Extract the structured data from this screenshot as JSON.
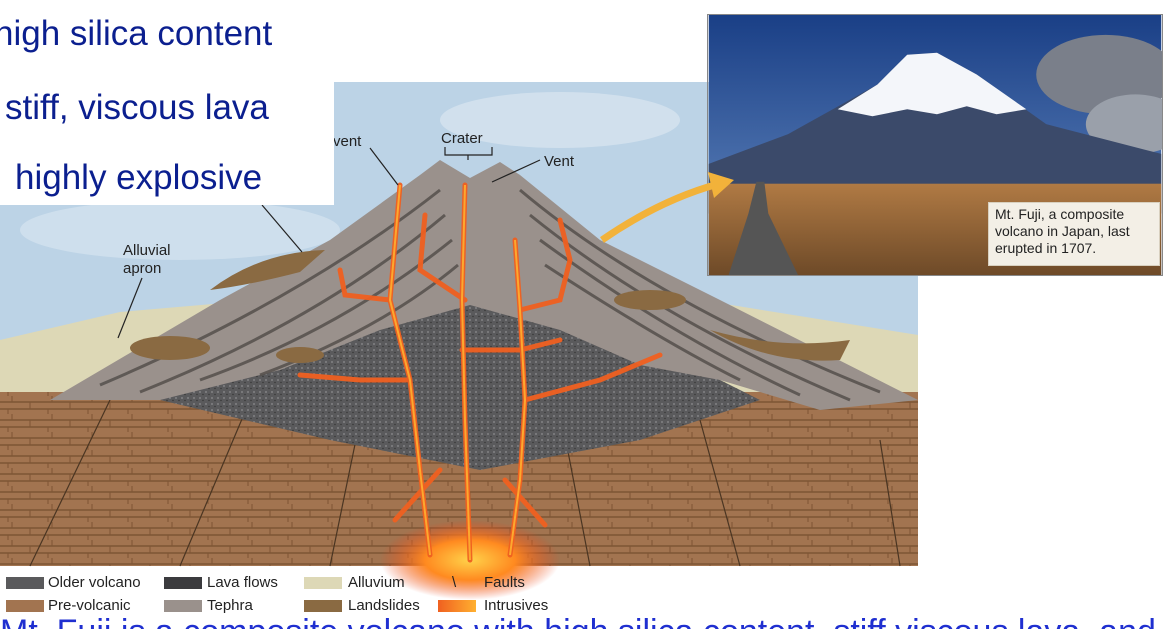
{
  "bullets": {
    "line1": "high silica content",
    "line2": "stiff, viscous lava",
    "line3": "highly explosive"
  },
  "labels": {
    "vent_left": "vent",
    "crater": "Crater",
    "vent_right": "Vent",
    "alluvial_line1": "Alluvial",
    "alluvial_line2": "apron"
  },
  "photo": {
    "caption_line1": "Mt. Fuji, a composite",
    "caption_line2": "volcano in Japan, last",
    "caption_line3": "erupted in 1707."
  },
  "legend": {
    "older_volcano": "Older volcano",
    "lava_flows": "Lava flows",
    "alluvium": "Alluvium",
    "faults": "Faults",
    "pre_volcanic": "Pre-volcanic",
    "tephra": "Tephra",
    "landslides": "Landslides",
    "intrusives": "Intrusives"
  },
  "colors": {
    "text_blue": "#0b1f8f",
    "tephra": "#9a918c",
    "older_volcano": "#5a5a5c",
    "pre_volcanic": "#a27450",
    "alluvium": "#ddd8b6",
    "landslides": "#8a6a42",
    "intrusives": "#f06020"
  },
  "bottom_text": "Mt. Fuji is a composite volcano with high silica content, stiff viscous lava, and is highly explosive"
}
